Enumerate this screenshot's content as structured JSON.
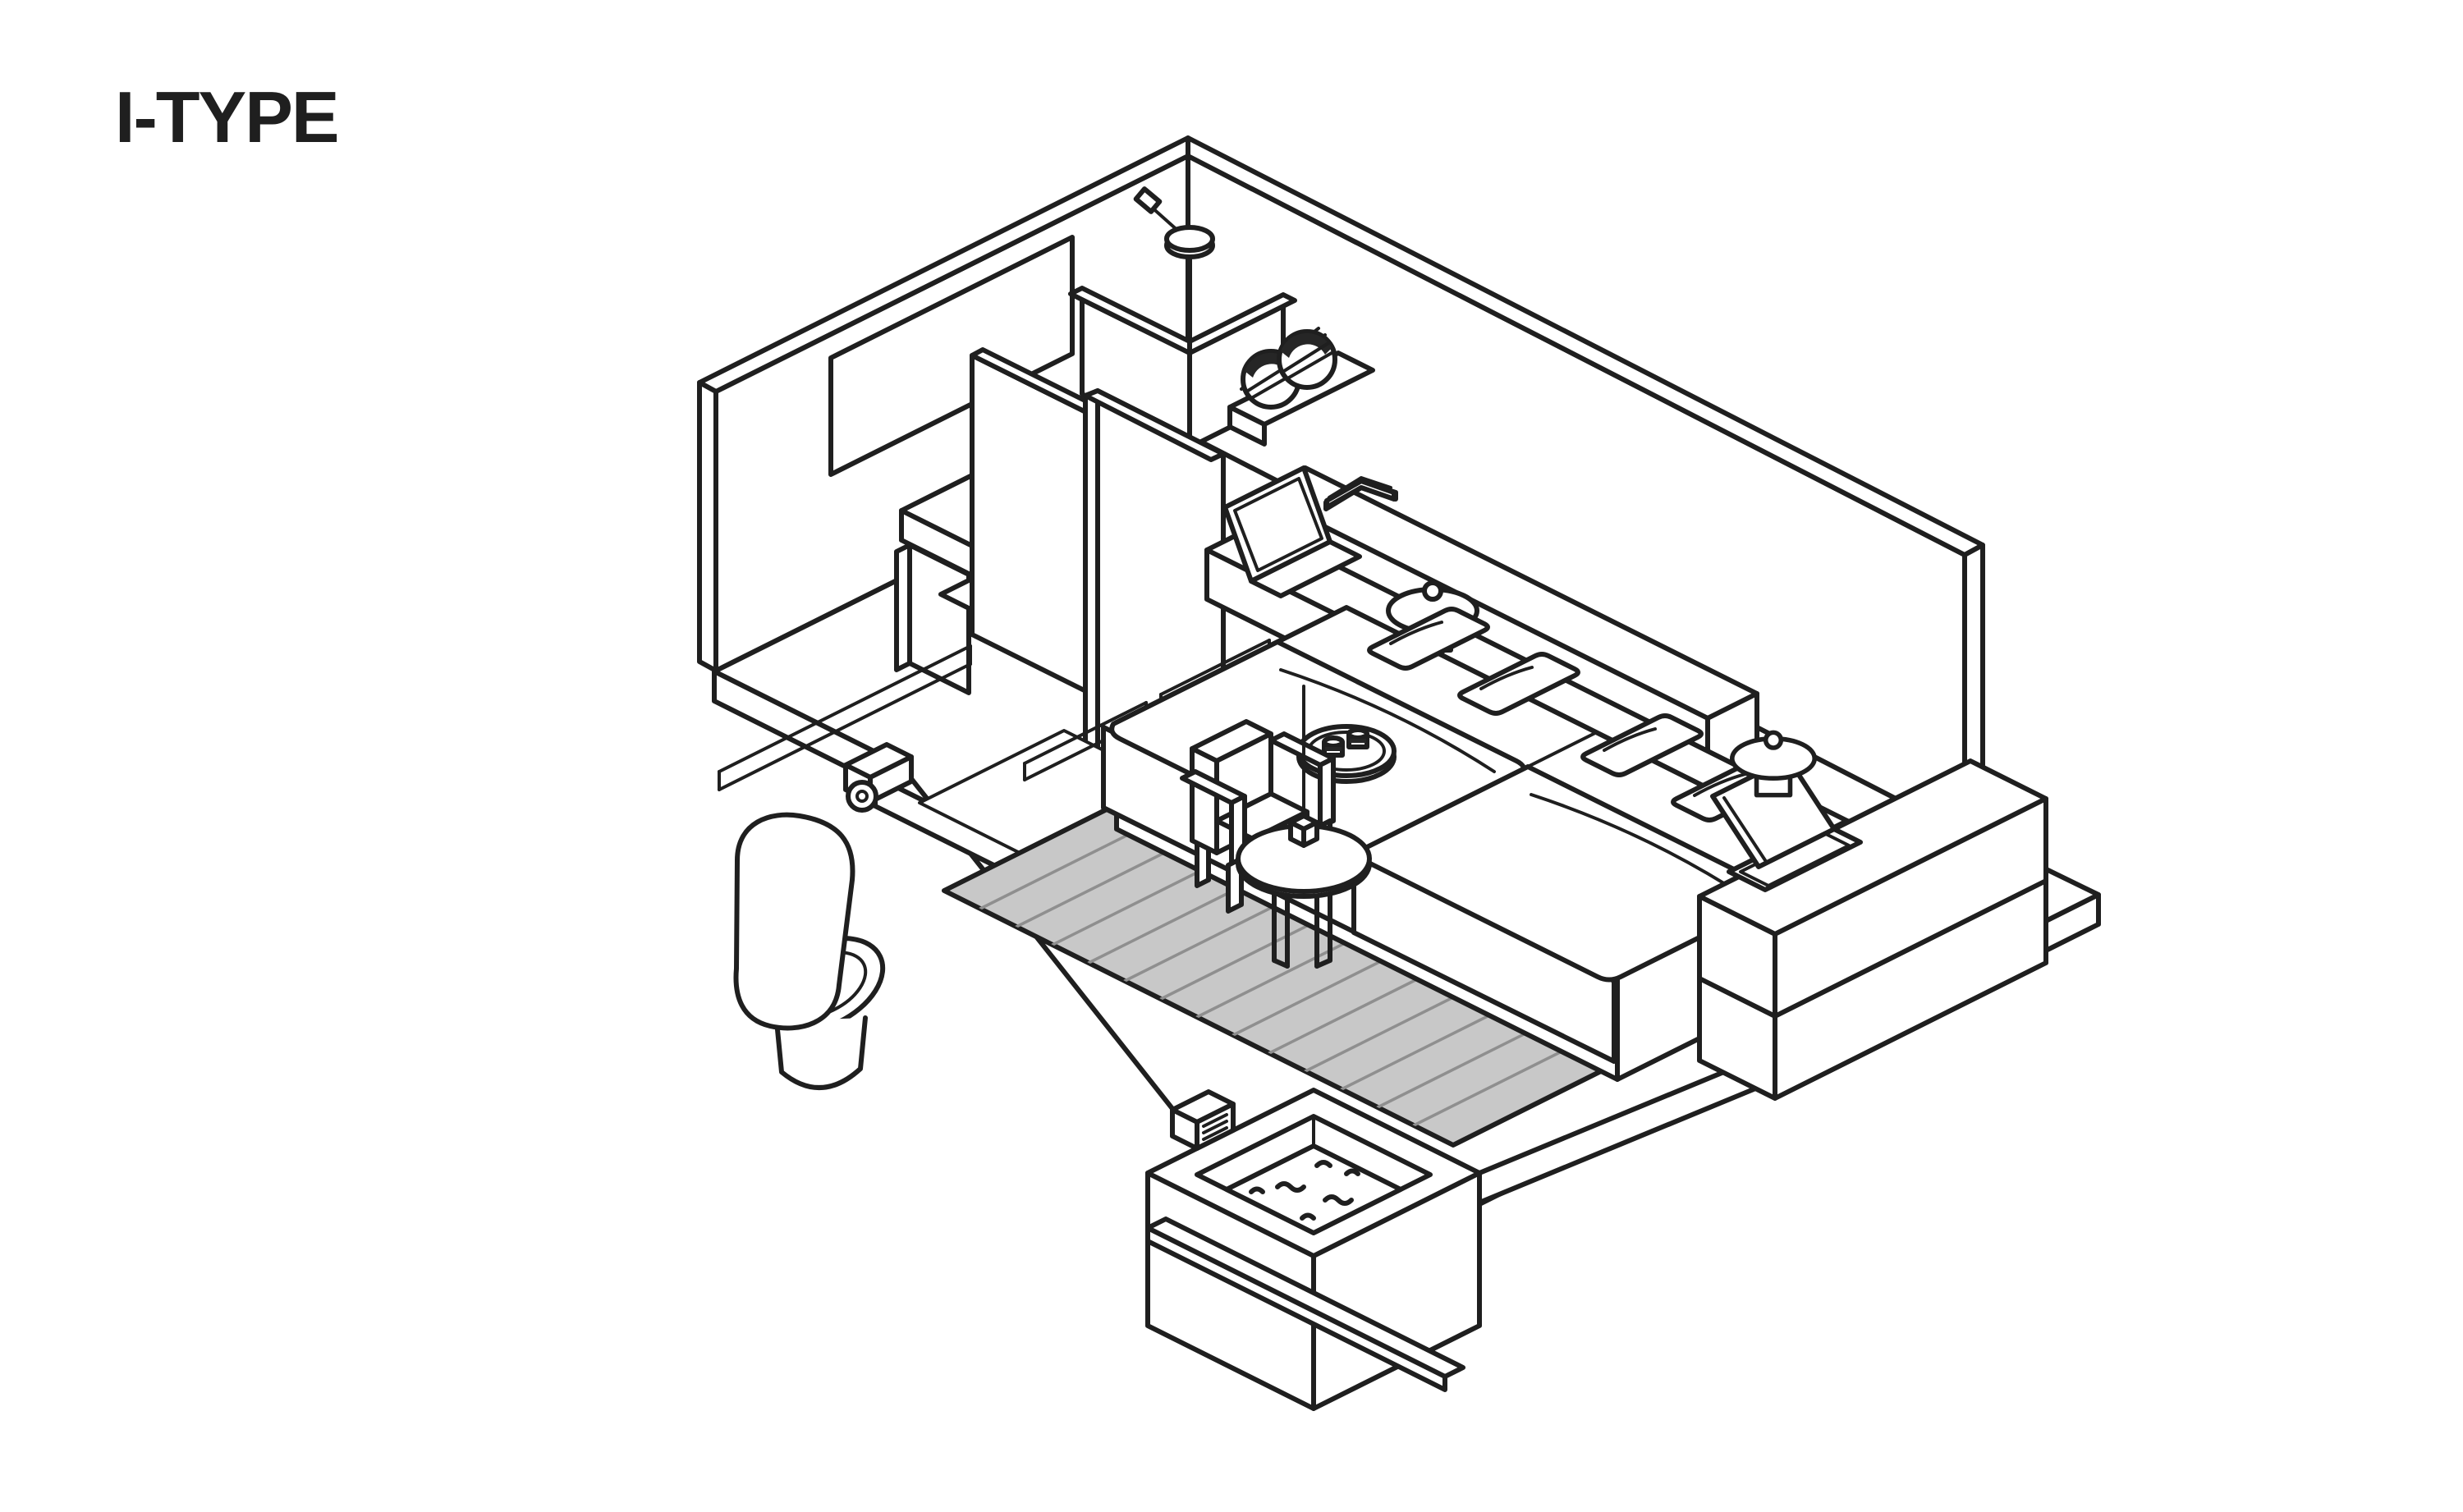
{
  "title": "I-TYPE",
  "colors": {
    "ink": "#1f1f1f",
    "bg": "#ffffff",
    "rug": "#c8c8c8",
    "stripe": "#8f8f8f",
    "dark": "#262626"
  },
  "diagram": {
    "type": "isometric-room-floorplan",
    "room_label": "I-TYPE",
    "elements": [
      "outer-wall-northeast",
      "outer-wall-northwest",
      "partition-wall",
      "toilet-stall-wall",
      "bathroom-mirror",
      "vanity-counter",
      "sink-basin",
      "faucet",
      "toilet",
      "toilet-paper-holder",
      "shower-head",
      "shower-half-walls",
      "towel-shelf",
      "rolled-towels",
      "sliding-door-rail",
      "entry-mat",
      "floor-slab",
      "area-rug",
      "armchair",
      "round-side-table",
      "pendant-light",
      "headboard-desk",
      "headboard-ledge",
      "laptop",
      "open-book",
      "mushroom-lamp-left",
      "mushroom-lamp-right",
      "bed-left",
      "bed-right",
      "pillows",
      "duvets",
      "serving-tray",
      "tea-cups",
      "tv-console",
      "television",
      "soaking-tub",
      "tub-water",
      "tub-faucet-box",
      "deck-board"
    ]
  }
}
